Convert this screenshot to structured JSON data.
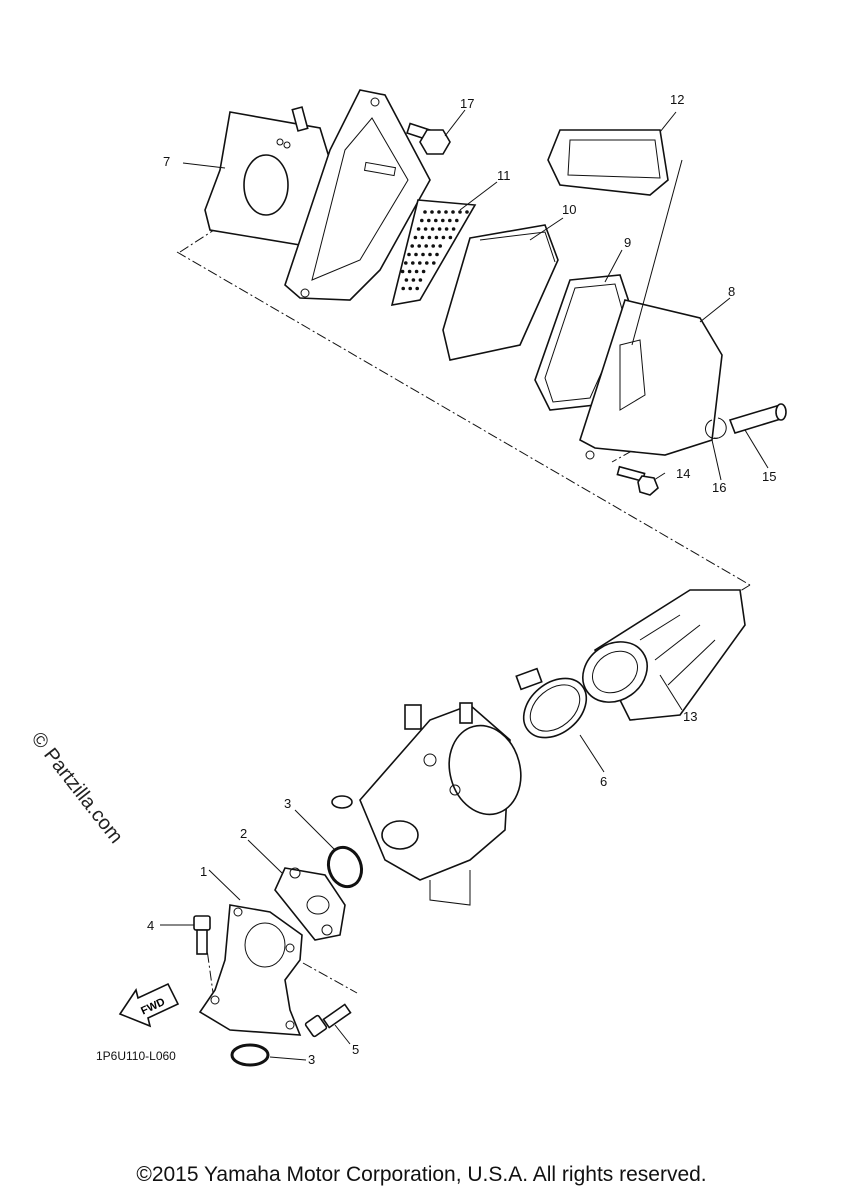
{
  "diagram": {
    "callouts": [
      "1",
      "2",
      "3",
      "4",
      "5",
      "6",
      "7",
      "8",
      "9",
      "10",
      "11",
      "12",
      "13",
      "14",
      "15",
      "16",
      "17",
      "3"
    ],
    "drawing_code": "1P6U110-L060",
    "fwd_arrow_label": "FWD",
    "watermark": "© Partzilla.com",
    "copyright": "©2015 Yamaha Motor Corporation, U.S.A. All rights reserved."
  }
}
